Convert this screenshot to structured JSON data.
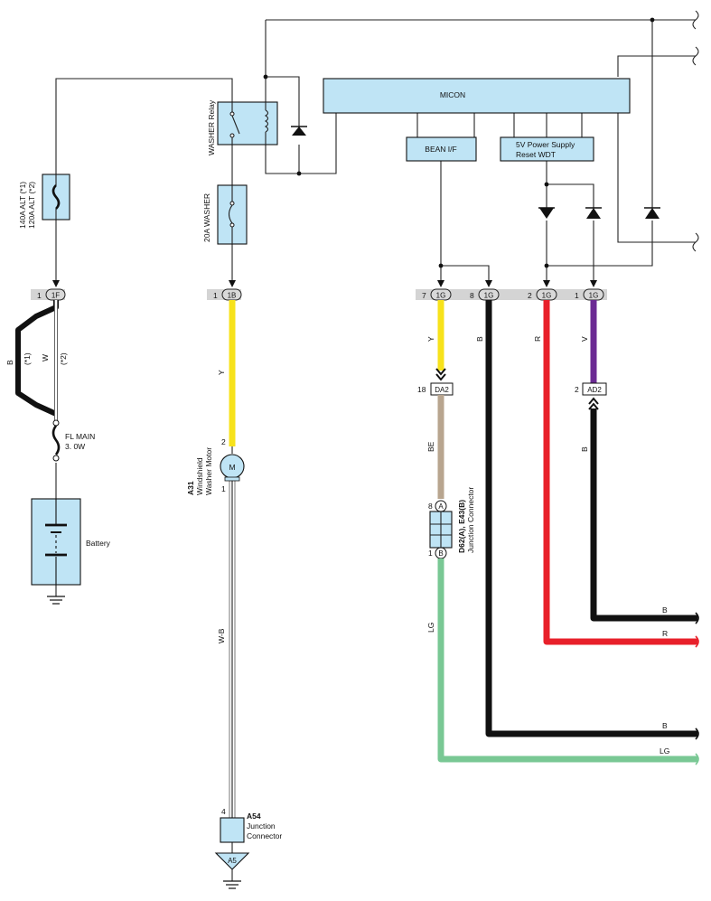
{
  "components": {
    "micon": "MICON",
    "bean_if": "BEAN I/F",
    "power_supply_line1": "5V Power Supply",
    "power_supply_line2": "Reset WDT",
    "washer_relay": "WASHER Relay",
    "fuse_alt_line1": "140A ALT (*1)",
    "fuse_alt_line2": "120A ALT (*2)",
    "fuse_washer": "20A WASHER",
    "fl_main_line1": "FL MAIN",
    "fl_main_line2": "3. 0W",
    "battery": "Battery",
    "motor_symbol": "M",
    "washer_motor_code": "A31",
    "washer_motor_line1": "Windshield",
    "washer_motor_line2": "Washer Motor",
    "junction_d62_code": "D62(A), E43(B)",
    "junction_d62_name": "Junction Connector",
    "junction_a54_code": "A54",
    "junction_a54_line1": "Junction",
    "junction_a54_line2": "Connector",
    "ground_a5": "A5"
  },
  "connectors": [
    {
      "pin": "1",
      "code": "1F"
    },
    {
      "pin": "1",
      "code": "1B"
    },
    {
      "pin": "7",
      "code": "1G"
    },
    {
      "pin": "8",
      "code": "1G"
    },
    {
      "pin": "2",
      "code": "1G"
    },
    {
      "pin": "1",
      "code": "1G"
    }
  ],
  "inline_connectors": [
    {
      "pin": "18",
      "code": "DA2"
    },
    {
      "pin": "2",
      "code": "AD2"
    }
  ],
  "junction_pins": {
    "top_pin": "8",
    "top_code": "A",
    "bottom_pin": "1",
    "bottom_code": "B"
  },
  "motor_pins": {
    "top": "2",
    "bottom": "1"
  },
  "a54_pin": "4",
  "wires": {
    "b": "B",
    "w": "W",
    "opt1": "(*1)",
    "opt2": "(*2)",
    "y": "Y",
    "wb": "W-B",
    "be": "BE",
    "lg": "LG",
    "r": "R",
    "v": "V"
  },
  "colors": {
    "yellow": "#f7e21b",
    "black": "#111111",
    "red": "#e8202a",
    "violet": "#6b2a93",
    "beige": "#b8a58f",
    "light_green": "#79c894",
    "box_fill": "#bfe4f5"
  }
}
